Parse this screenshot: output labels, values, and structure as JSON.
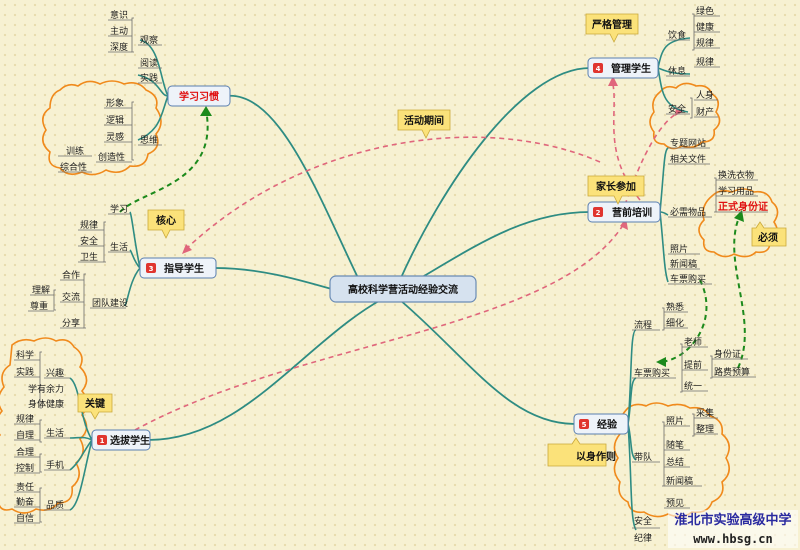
{
  "title": "高校科学营活动经验交流",
  "branches": {
    "b1": {
      "num": "1",
      "label": "选拔学生",
      "callout": "关键"
    },
    "b2": {
      "num": "2",
      "label": "营前培训",
      "callout": "家长参加"
    },
    "b3": {
      "num": "3",
      "label": "指导学生",
      "callout": "核心"
    },
    "b4": {
      "num": "4",
      "label": "管理学生",
      "callout": "严格管理"
    },
    "b5": {
      "num": "5",
      "label": "经验",
      "callout": "以身作则"
    },
    "study": {
      "label": "学习习惯"
    },
    "activity": {
      "label": "活动期间"
    }
  },
  "study_items": {
    "l1": "意识",
    "l2": "主动",
    "l3": "深度",
    "observe": "观察",
    "read": "阅读",
    "practice": "实践",
    "think": "思维",
    "t1": "形象",
    "t2": "逻辑",
    "t3": "灵感",
    "t4": "创造性",
    "train": "训练",
    "synth": "综合性"
  },
  "guide_items": {
    "study": "学习",
    "life": "生活",
    "team": "团队建设",
    "rule": "规律",
    "safe": "安全",
    "hygiene": "卫生",
    "coop": "合作",
    "comm": "交流",
    "share": "分享",
    "understand": "理解",
    "respect": "尊重"
  },
  "select_items": {
    "interest": "兴趣",
    "science": "科学",
    "practice": "实践",
    "spare": "学有余力",
    "health": "身体健康",
    "life": "生活",
    "rule": "规律",
    "self": "自理",
    "phone": "手机",
    "reasonable": "合理",
    "control": "控制",
    "quality": "品质",
    "duty": "责任",
    "diligent": "勤奋",
    "confident": "自信"
  },
  "manage_items": {
    "diet": "饮食",
    "green": "绿色",
    "healthy": "健康",
    "regular": "规律",
    "rest": "休息",
    "rest_reg": "规律",
    "safety": "安全",
    "person": "人身",
    "property": "财产"
  },
  "train_items": {
    "web": "专题网站",
    "docs": "相关文件",
    "must": "必需物品",
    "clothes": "换洗衣物",
    "supplies": "学习用品",
    "idcard": "正式身份证",
    "required": "必须",
    "photo": "照片",
    "news": "新闻稿",
    "ticket": "车票购买"
  },
  "exp_items": {
    "flow": "流程",
    "familiar": "熟悉",
    "detail": "细化",
    "ticket": "车票购买",
    "teacher": "老师",
    "ahead": "提前",
    "idcard": "身份证",
    "budget": "路费预算",
    "unify": "统一",
    "lead": "带队",
    "photo": "照片",
    "collect": "采集",
    "arrange": "整理",
    "notes": "随笔",
    "summary": "总结",
    "news": "新闻稿",
    "safety": "安全",
    "preview": "预见",
    "discipline": "纪律"
  },
  "watermark": {
    "school": "淮北市实验高级中学",
    "url": "www.hbsg.cn"
  },
  "colors": {
    "connector": "#2e8c83",
    "callout": "#fbe27a",
    "cloud": "#f08a1c",
    "relation_red": "#e0667c",
    "relation_green": "#1c8a1c",
    "badge": "#e0352f"
  }
}
